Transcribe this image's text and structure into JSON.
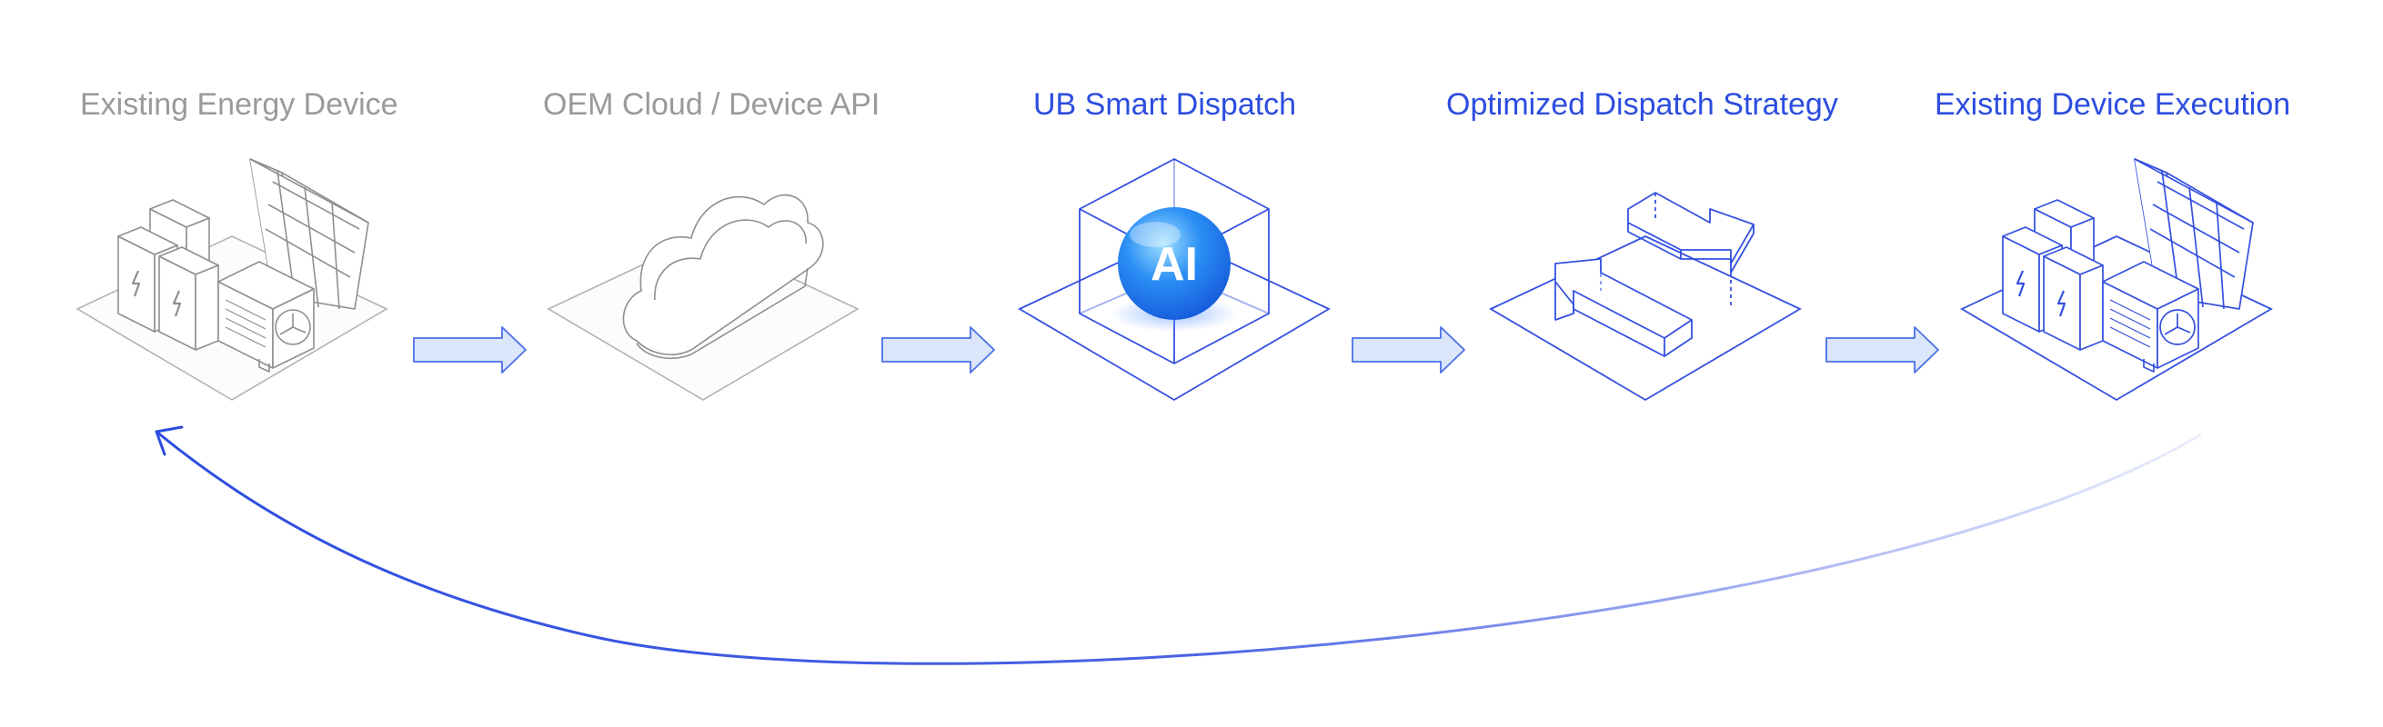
{
  "steps": [
    {
      "title": "Existing Energy Device",
      "state": "inactive"
    },
    {
      "title": "OEM Cloud / Device API",
      "state": "inactive"
    },
    {
      "title": "UB Smart Dispatch",
      "state": "active"
    },
    {
      "title": "Optimized Dispatch Strategy",
      "state": "active"
    },
    {
      "title": "Existing Device Execution",
      "state": "active"
    }
  ],
  "ai_badge": "AI",
  "colors": {
    "inactive_text": "#9a9a9a",
    "active_text": "#2c4de0",
    "inactive_line": "#9b9b9b",
    "active_line": "#3450e0",
    "arrow_fill": "#dbe6fb",
    "arrow_stroke": "#4b6fe8"
  },
  "icons": [
    "battery-solar-heatpump-icon",
    "cloud-icon",
    "ai-sphere-icon",
    "exchange-arrows-icon",
    "battery-solar-heatpump-icon"
  ]
}
